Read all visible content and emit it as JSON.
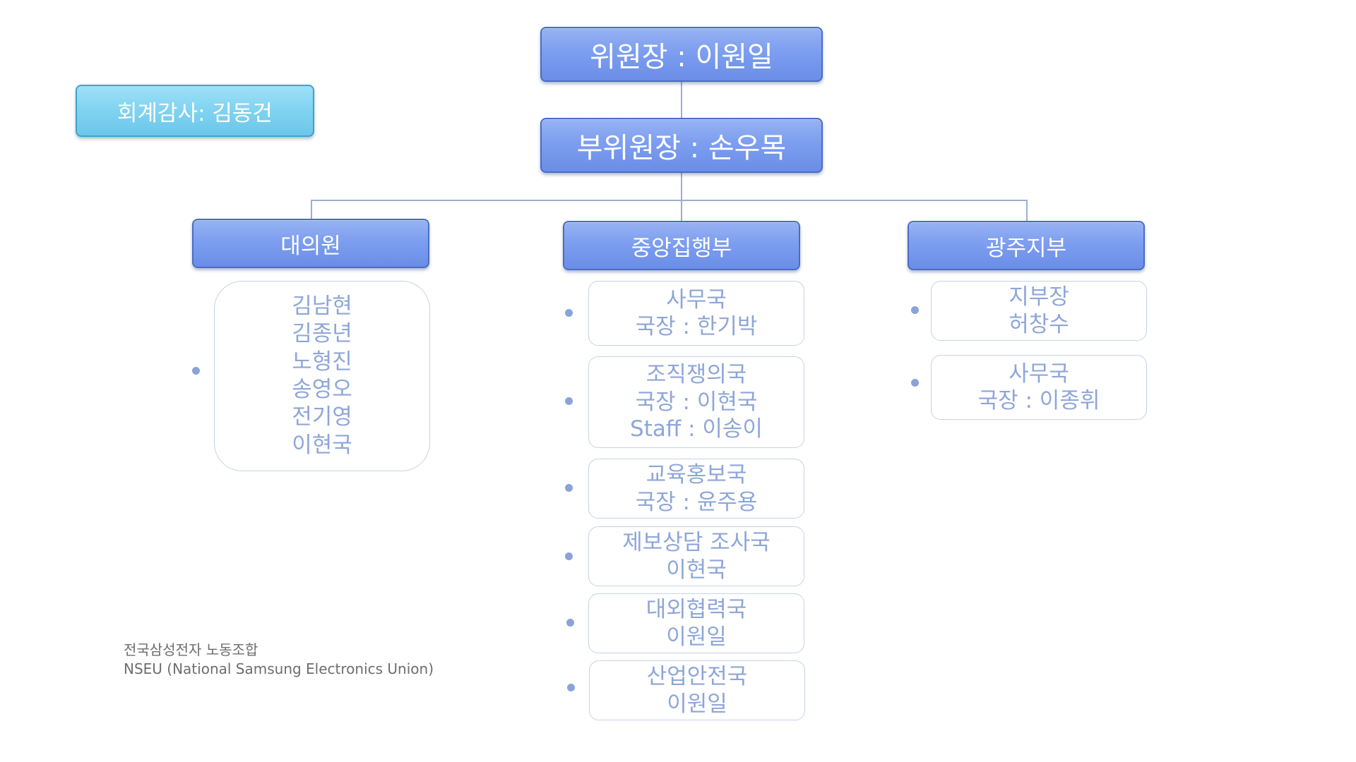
{
  "org": {
    "chairman": "위원장 : 이원일",
    "vice_chairman": "부위원장 : 손우목",
    "auditor": "회계감사: 김동건",
    "branches": [
      {
        "title": "대의원",
        "cards": [
          {
            "lines": [
              "김남현",
              "김종년",
              "노형진",
              "송영오",
              "전기영",
              "이현국"
            ]
          }
        ]
      },
      {
        "title": "중앙집행부",
        "cards": [
          {
            "lines": [
              "사무국",
              "국장 : 한기박"
            ]
          },
          {
            "lines": [
              "조직쟁의국",
              "국장 : 이현국",
              "Staff : 이송이"
            ]
          },
          {
            "lines": [
              "교육홍보국",
              "국장 : 윤주용"
            ]
          },
          {
            "lines": [
              "제보상담 조사국",
              "이현국"
            ]
          },
          {
            "lines": [
              "대외협력국",
              "이원일"
            ]
          },
          {
            "lines": [
              "산업안전국",
              "이원일"
            ]
          }
        ]
      },
      {
        "title": "광주지부",
        "cards": [
          {
            "lines": [
              "지부장",
              "허창수"
            ]
          },
          {
            "lines": [
              "사무국",
              "국장 : 이종휘"
            ]
          }
        ]
      }
    ]
  },
  "footer": {
    "line1": "전국삼성전자 노동조합",
    "line2": "NSEU (National Samsung Electronics Union)"
  },
  "colors": {
    "box_blue": "#7d9ef0",
    "box_cyan": "#7fd3f1",
    "card_text": "#8ea6d8",
    "connector": "#9aaed0"
  }
}
